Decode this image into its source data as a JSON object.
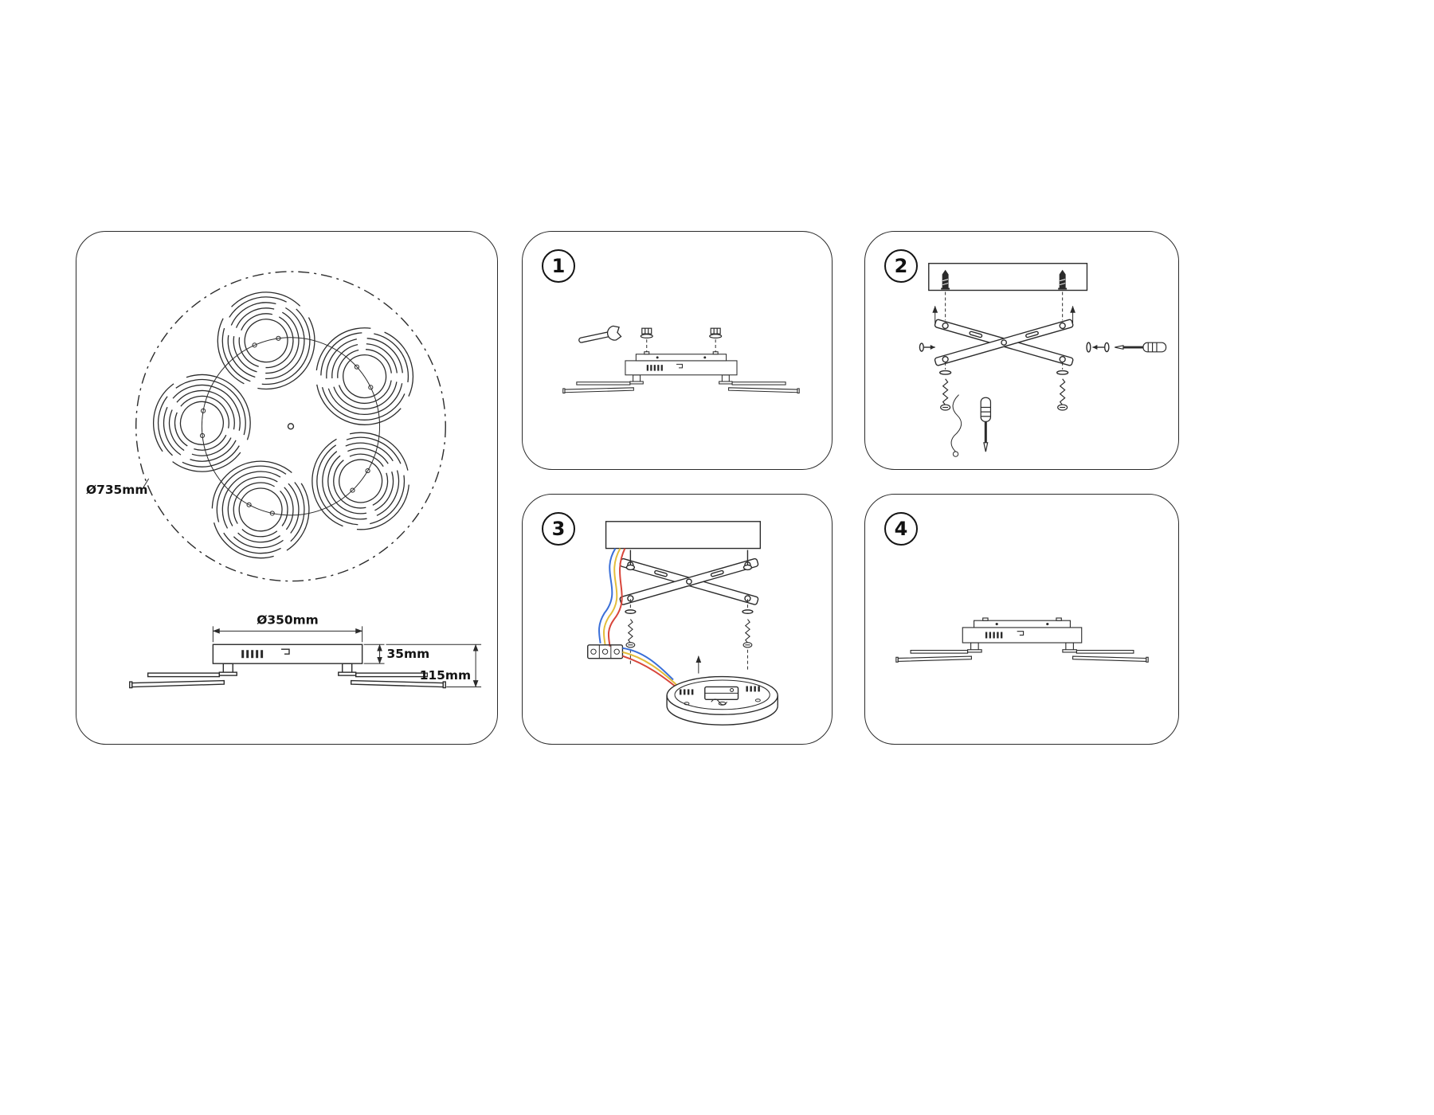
{
  "dimensions_panel": {
    "overall_diameter_label": "Ø735mm",
    "base_diameter_label": "Ø350mm",
    "base_height_label": "35mm",
    "fixture_height_label": "115mm"
  },
  "steps": [
    {
      "number": "1"
    },
    {
      "number": "2"
    },
    {
      "number": "3"
    },
    {
      "number": "4"
    }
  ],
  "colors": {
    "line": "#2b2b2b",
    "wire_blue": "#3a6fd8",
    "wire_yellow": "#e3bc3a",
    "wire_red": "#d8453a"
  }
}
